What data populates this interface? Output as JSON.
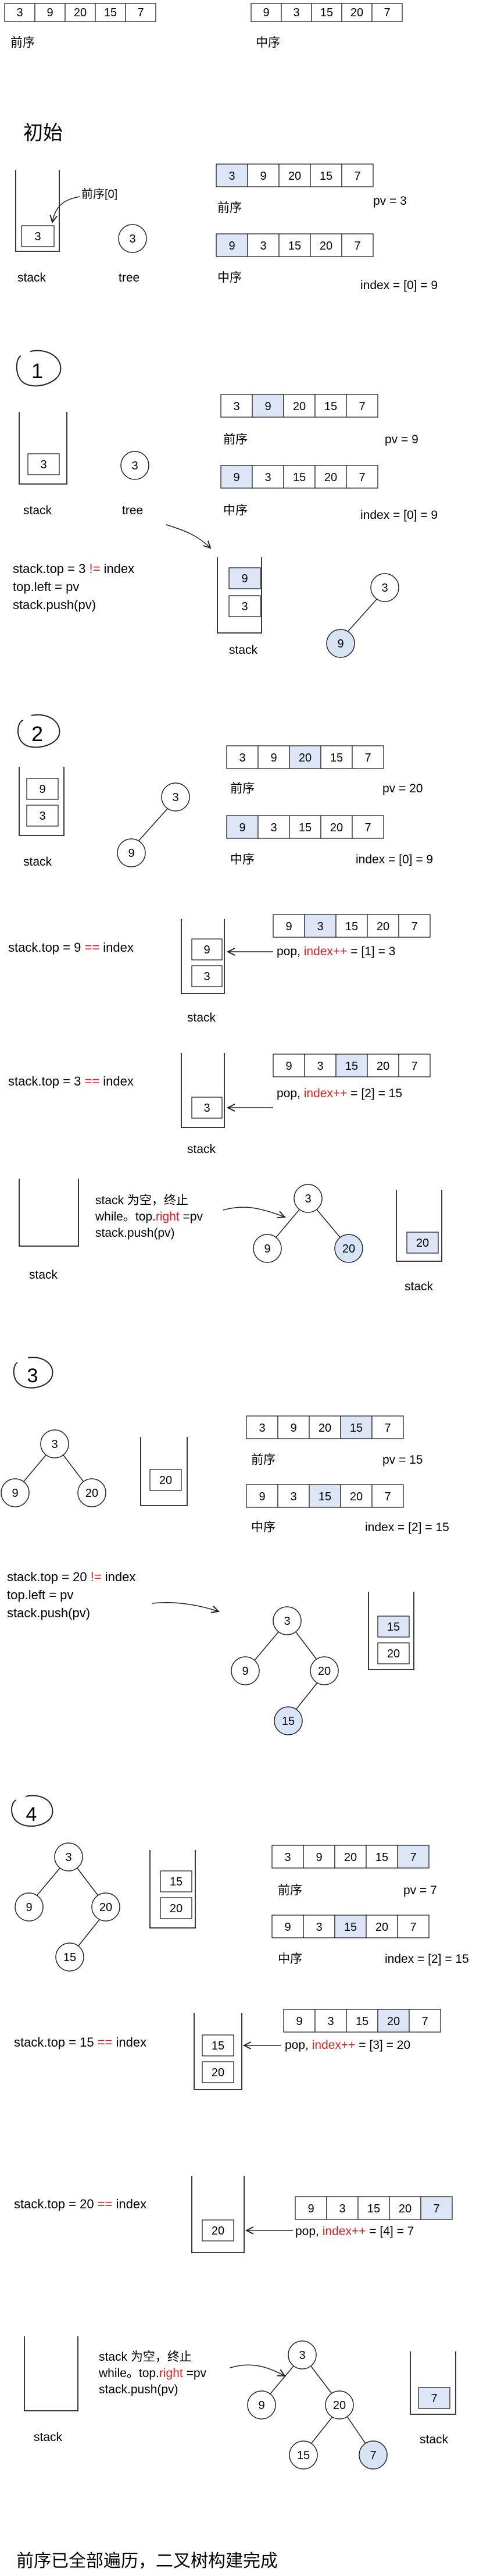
{
  "header": {
    "preorder_values": [
      "3",
      "9",
      "20",
      "15",
      "7"
    ],
    "inorder_values": [
      "9",
      "3",
      "15",
      "20",
      "7"
    ],
    "preorder_label": "前序",
    "inorder_label": "中序"
  },
  "labels": {
    "stack": "stack",
    "tree": "tree",
    "preorder": "前序",
    "inorder": "中序"
  },
  "colors": {
    "highlight_fill": "#dce6f7",
    "node_highlight_fill": "#d7e4f6",
    "text_red": "#e01e1e",
    "stroke": "#222222"
  },
  "sections": {
    "init": {
      "title": "初始",
      "preorder_label_note": "前序[0]",
      "stack_items": [
        "3"
      ],
      "tree_nodes": [
        "3"
      ],
      "pre_values": [
        "3",
        "9",
        "20",
        "15",
        "7"
      ],
      "in_values": [
        "9",
        "3",
        "15",
        "20",
        "7"
      ],
      "pv_note": "pv = 3",
      "index_note": "index = [0] = 9"
    },
    "step1": {
      "marker": "1",
      "stack_items": [
        "3"
      ],
      "tree_nodes": [
        "3"
      ],
      "pre_values": [
        "3",
        "9",
        "20",
        "15",
        "7"
      ],
      "in_values": [
        "9",
        "3",
        "15",
        "20",
        "7"
      ],
      "pv_note": "pv = 9",
      "index_note": "index = [0] = 9",
      "code": [
        "stack.top = 3 != index",
        "top.left = pv",
        "stack.push(pv)"
      ],
      "code_first_parts": [
        "stack.top = 3 ",
        "!=",
        " index"
      ],
      "result_stack": [
        "9",
        "3"
      ],
      "result_nodes": [
        "3",
        "9"
      ]
    },
    "step2": {
      "marker": "2",
      "stack_items": [
        "9",
        "3"
      ],
      "tree_nodes": [
        "3",
        "9"
      ],
      "pre_values": [
        "3",
        "9",
        "20",
        "15",
        "7"
      ],
      "in_values": [
        "9",
        "3",
        "15",
        "20",
        "7"
      ],
      "pv_note": "pv = 20",
      "index_note": "index = [0] = 9",
      "pop1": {
        "cond_parts": [
          "stack.top = 9 ",
          "==",
          " index"
        ],
        "stack": [
          "9",
          "3"
        ],
        "array": [
          "9",
          "3",
          "15",
          "20",
          "7"
        ],
        "note_parts": [
          "pop, ",
          "index++",
          " = [1] = 3"
        ]
      },
      "pop2": {
        "cond_parts": [
          "stack.top = 3 ",
          "==",
          " index"
        ],
        "stack": [
          "3"
        ],
        "array": [
          "9",
          "3",
          "15",
          "20",
          "7"
        ],
        "note_parts": [
          "pop, ",
          "index++",
          " = [2] = 15"
        ]
      },
      "empty": {
        "lines": [
          "stack  为空，终止",
          "while。top.",
          "right",
          " =pv",
          "stack.push(pv)"
        ],
        "tree_nodes": [
          "3",
          "9",
          "20"
        ],
        "result_stack": [
          "20"
        ]
      }
    },
    "step3": {
      "marker": "3",
      "tree_nodes": [
        "3",
        "9",
        "20"
      ],
      "stack_items": [
        "20"
      ],
      "pre_values": [
        "3",
        "9",
        "20",
        "15",
        "7"
      ],
      "in_values": [
        "9",
        "3",
        "15",
        "20",
        "7"
      ],
      "pv_note": "pv = 15",
      "index_note": "index = [2] = 15",
      "code": [
        "stack.top = 20 != index",
        "top.left = pv",
        "stack.push(pv)"
      ],
      "code_first_parts": [
        "stack.top = 20 ",
        "!=",
        " index"
      ],
      "result_nodes": [
        "3",
        "9",
        "20",
        "15"
      ],
      "result_stack": [
        "15",
        "20"
      ]
    },
    "step4": {
      "marker": "4",
      "tree_nodes": [
        "3",
        "9",
        "20",
        "15"
      ],
      "stack_items": [
        "15",
        "20"
      ],
      "pre_values": [
        "3",
        "9",
        "20",
        "15",
        "7"
      ],
      "in_values": [
        "9",
        "3",
        "15",
        "20",
        "7"
      ],
      "pv_note": "pv = 7",
      "index_note": "index = [2] = 15",
      "pop1": {
        "cond_parts": [
          "stack.top = 15 ",
          "==",
          " index"
        ],
        "stack": [
          "15",
          "20"
        ],
        "array": [
          "9",
          "3",
          "15",
          "20",
          "7"
        ],
        "note_parts": [
          "pop, ",
          "index++",
          " = [3] = 20"
        ]
      },
      "pop2": {
        "cond_parts": [
          "stack.top = 20 ",
          "==",
          " index"
        ],
        "stack": [
          "20"
        ],
        "array": [
          "9",
          "3",
          "15",
          "20",
          "7"
        ],
        "note_parts": [
          "pop, ",
          "index++",
          " = [4] = 7"
        ]
      },
      "empty": {
        "lines": [
          "stack  为空，终止",
          "while。top.",
          "right",
          " =pv",
          "stack.push(pv)"
        ],
        "tree_nodes": [
          "3",
          "9",
          "20",
          "15",
          "7"
        ],
        "result_stack": [
          "7"
        ]
      }
    }
  },
  "footer": {
    "conclusion": "前序已全部遍历，二叉树构建完成"
  }
}
